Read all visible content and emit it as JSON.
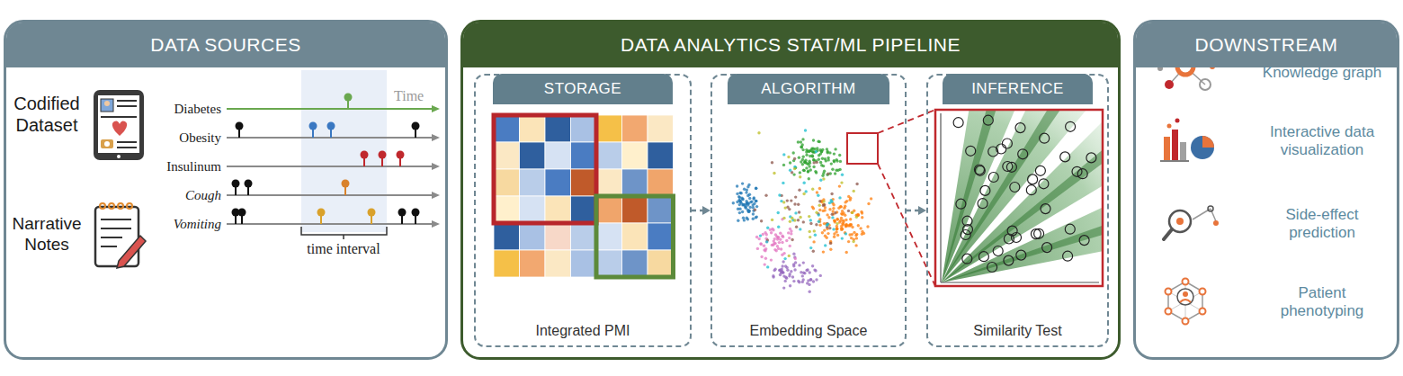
{
  "diagram": {
    "nodes": [
      {
        "text": [
          "DATA SOURCES"
        ]
      },
      {
        "text": [
          "DATA ANALYTICS STAT/ML PIPELINE"
        ]
      },
      {
        "text": [
          "STORAGE",
          "Integrated PMI"
        ],
        "in": 1
      },
      {
        "text": [
          "ALGORITHM",
          "Embedding Space"
        ],
        "in": 1
      },
      {
        "text": [
          "INFERENCE",
          "Similarity Test"
        ],
        "in": 1
      },
      {
        "text": [
          "DOWNSTREAM"
        ]
      }
    ],
    "edges": [
      {
        "from": 2,
        "to": 3,
        "arrow": "to"
      },
      {
        "from": 3,
        "to": 4,
        "arrow": "to"
      }
    ],
    "labels": [
      "Codified Dataset",
      "Narrative Notes",
      "Diabetes",
      "Time",
      "Obesity",
      "Insulinum",
      "Cough",
      "Vomiting",
      "time interval",
      "Knowledge graph",
      "Interactive data visualization",
      "Side-effect prediction",
      "Patient phenotyping"
    ]
  }
}
